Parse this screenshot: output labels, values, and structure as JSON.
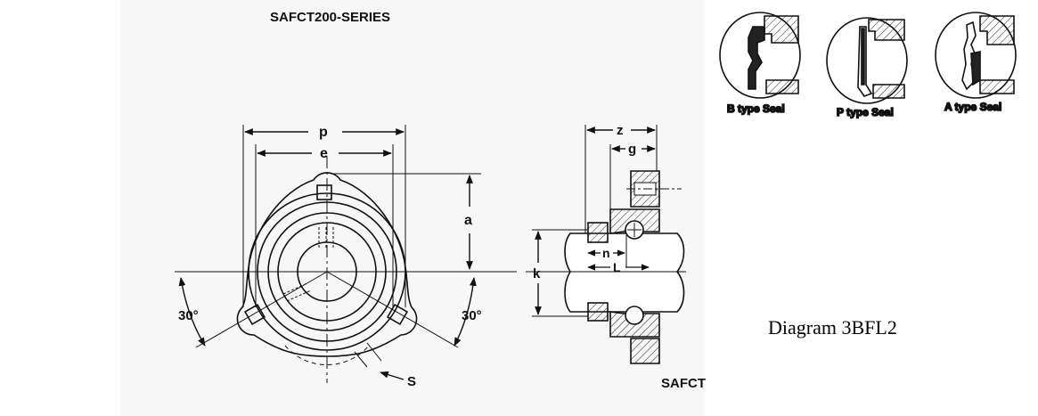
{
  "title": "SAFCT200-SERIES",
  "front_view": {
    "dim_p": "p",
    "dim_e": "e",
    "dim_a": "a",
    "angle_left": "30°",
    "angle_right": "30°",
    "bolt_label": "S"
  },
  "side_view": {
    "dim_z": "z",
    "dim_g": "g",
    "dim_k": "k",
    "dim_n": "n",
    "dim_L": "L",
    "caption": "SAFCT"
  },
  "seals": [
    {
      "label": "B type Seal"
    },
    {
      "label": "P type Seal"
    },
    {
      "label": "A type Seal"
    }
  ],
  "diagram_id": "Diagram 3BFL2"
}
